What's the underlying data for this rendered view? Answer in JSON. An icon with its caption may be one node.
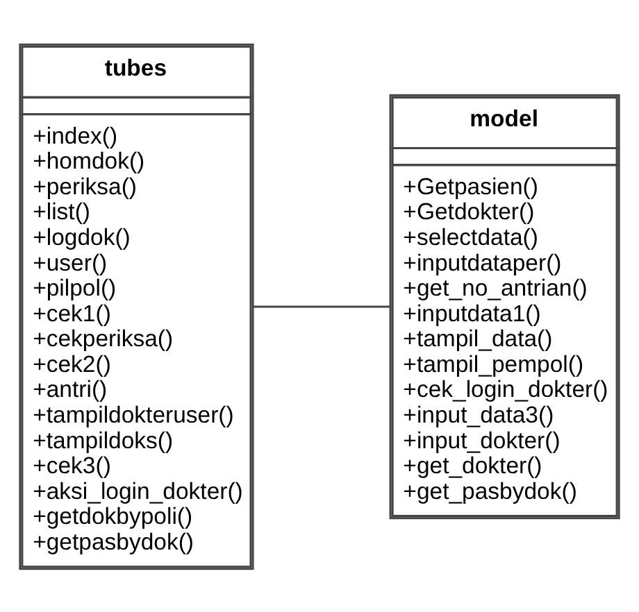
{
  "diagram": {
    "nodes": [
      {
        "text": [
          "tubes",
          "+index() +homdok() +periksa() +list() +logdok() +user() +pilpol() +cek1() +cekperiksa() +cek2() +antri() +tampildokteruser() +tampildoks() +cek3() +aksi_login_dokter() +getdokbypoli() +getpasbydok()"
        ]
      },
      {
        "text": [
          "model",
          "+Getpasien() +Getdokter() +selectdata() +inputdataper() +get_no_antrian() +inputdata1() +tampil_data() +tampil_pempol() +cek_login_dokter() +input_data3() +input_dokter() +get_dokter() +get_pasbydok()"
        ]
      }
    ],
    "edges": [
      {
        "from": 0,
        "to": 1,
        "arrow": "none"
      }
    ]
  }
}
